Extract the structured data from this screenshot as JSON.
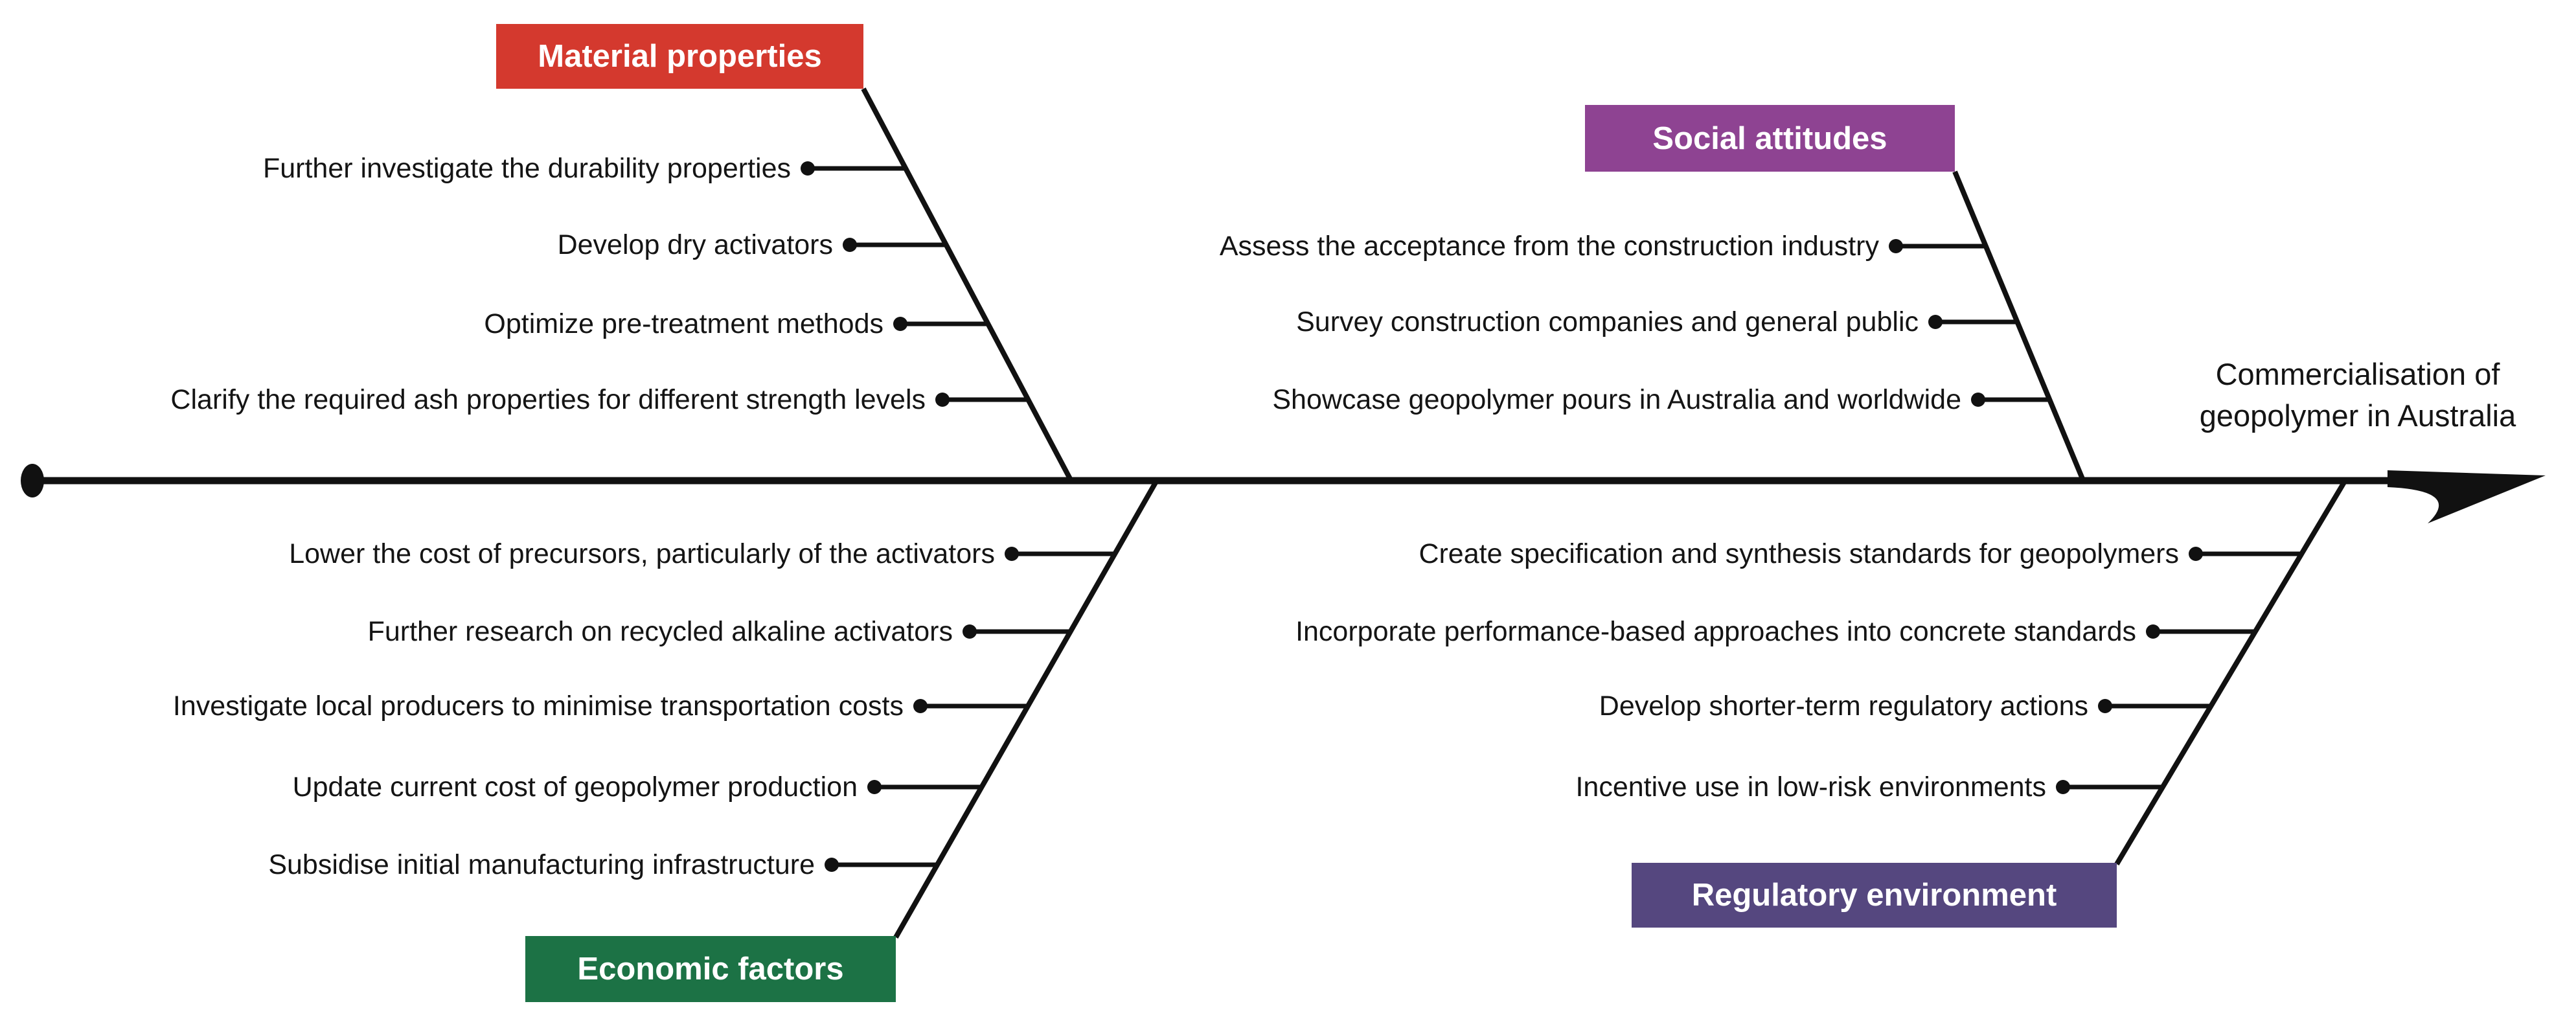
{
  "diagram": {
    "type": "fishbone",
    "effect": "Commercialisation of geopolymer in Australia",
    "branches": [
      {
        "id": "material-properties",
        "label": "Material properties",
        "color": "#d4392e",
        "position": "top-left",
        "items": [
          "Further investigate the durability properties",
          "Develop dry activators",
          "Optimize pre-treatment methods",
          "Clarify the required ash properties for different strength levels"
        ]
      },
      {
        "id": "social-attitudes",
        "label": "Social attitudes",
        "color": "#8e4392",
        "position": "top-right",
        "items": [
          "Assess the acceptance from the construction industry",
          "Survey construction companies and general public",
          "Showcase geopolymer pours in Australia and worldwide"
        ]
      },
      {
        "id": "economic-factors",
        "label": "Economic factors",
        "color": "#1c7245",
        "position": "bottom-left",
        "items": [
          "Lower the cost of precursors, particularly of the activators",
          "Further research on recycled alkaline activators",
          "Investigate local producers to minimise transportation costs",
          "Update current cost of geopolymer production",
          "Subsidise initial manufacturing infrastructure"
        ]
      },
      {
        "id": "regulatory-environment",
        "label": "Regulatory environment",
        "color": "#55477f",
        "position": "bottom-right",
        "items": [
          "Create specification and synthesis standards for geopolymers",
          "Incorporate performance-based approaches into concrete standards",
          "Develop shorter-term regulatory actions",
          "Incentive use in low-risk environments"
        ]
      }
    ],
    "line_color": "#111111"
  }
}
